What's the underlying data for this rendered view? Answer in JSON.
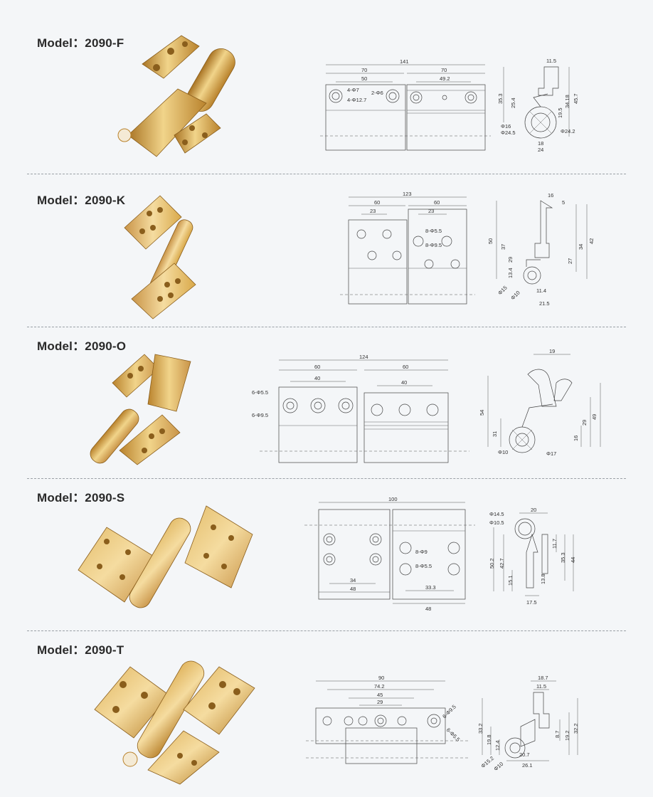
{
  "models": [
    {
      "title": "Model：2090-F",
      "front_dims": [
        "141",
        "70",
        "70",
        "50",
        "49.2",
        "4-Φ7",
        "4-Φ12.7",
        "2-Φ6"
      ],
      "side_dims": [
        "11.5",
        "35.3",
        "25.4",
        "19.5",
        "34.18",
        "45.7",
        "Φ16",
        "Φ24.5",
        "Φ24.2",
        "18",
        "24"
      ]
    },
    {
      "title": "Model：2090-K",
      "front_dims": [
        "123",
        "60",
        "60",
        "23",
        "23",
        "8-Φ5.5",
        "8-Φ9.5"
      ],
      "side_dims": [
        "16",
        "5",
        "50",
        "37",
        "29",
        "13.4",
        "27",
        "34",
        "42",
        "Φ15",
        "Φ10",
        "11.4",
        "21.5"
      ]
    },
    {
      "title": "Model：2090-O",
      "front_dims": [
        "124",
        "60",
        "60",
        "40",
        "40",
        "6-Φ5.5",
        "6-Φ9.5"
      ],
      "side_dims": [
        "19",
        "54",
        "31",
        "16",
        "29",
        "49",
        "Φ10",
        "Φ17"
      ]
    },
    {
      "title": "Model：2090-S",
      "front_dims": [
        "100",
        "8-Φ9",
        "8-Φ5.5",
        "34",
        "48",
        "33.3",
        "48"
      ],
      "side_dims": [
        "Φ14.5",
        "20",
        "Φ10.5",
        "11.7",
        "42.7",
        "50.2",
        "35.3",
        "44",
        "13.8",
        "15.1",
        "17.5"
      ]
    },
    {
      "title": "Model：2090-T",
      "front_dims": [
        "90",
        "74.2",
        "45",
        "29",
        "6-Φ9.5",
        "6-Φ5.5"
      ],
      "side_dims": [
        "18.7",
        "11.5",
        "33.2",
        "19.8",
        "12.4",
        "8.7",
        "19.2",
        "32.2",
        "Φ15.2",
        "Φ10",
        "20.7",
        "26.1"
      ]
    }
  ],
  "colors": {
    "gold_light": "#f1d48a",
    "gold_mid": "#d9a94a",
    "gold_dark": "#a97424",
    "line": "#444444",
    "background": "#f4f6f8"
  }
}
